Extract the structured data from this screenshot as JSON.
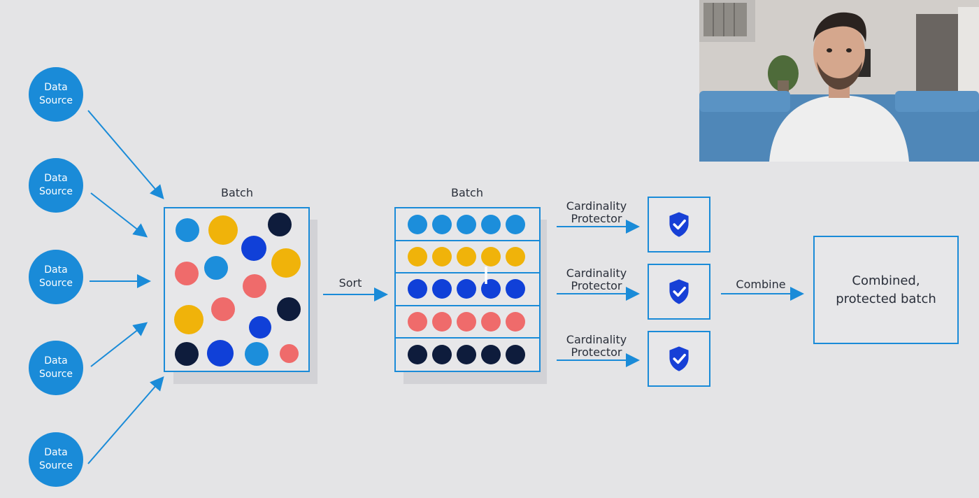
{
  "diagram": {
    "data_sources": [
      {
        "line1": "Data",
        "line2": "Source"
      },
      {
        "line1": "Data",
        "line2": "Source"
      },
      {
        "line1": "Data",
        "line2": "Source"
      },
      {
        "line1": "Data",
        "line2": "Source"
      },
      {
        "line1": "Data",
        "line2": "Source"
      }
    ],
    "batch_label": "Batch",
    "sorted_batch_label": "Batch",
    "sort_label": "Sort",
    "protectors": [
      {
        "line1": "Cardinality",
        "line2": "Protector",
        "icon": "shield-check-icon"
      },
      {
        "line1": "Cardinality",
        "line2": "Protector",
        "icon": "shield-check-icon"
      },
      {
        "line1": "Cardinality",
        "line2": "Protector",
        "icon": "shield-check-icon"
      }
    ],
    "combine_label": "Combine",
    "result": {
      "line1": "Combined,",
      "line2": "protected batch"
    },
    "cursor_glyph": "I"
  },
  "colors": {
    "accent": "#1a8bd8",
    "light_blue": "#1c8edb",
    "yellow": "#f0b30a",
    "royal_blue": "#1040d8",
    "coral": "#ef6b6b",
    "navy": "#0e1c3c",
    "shield": "#1740d6"
  },
  "sorted_rows": [
    "light_blue",
    "yellow",
    "royal_blue",
    "coral",
    "navy"
  ],
  "video_overlay": {
    "description_visible": false
  }
}
